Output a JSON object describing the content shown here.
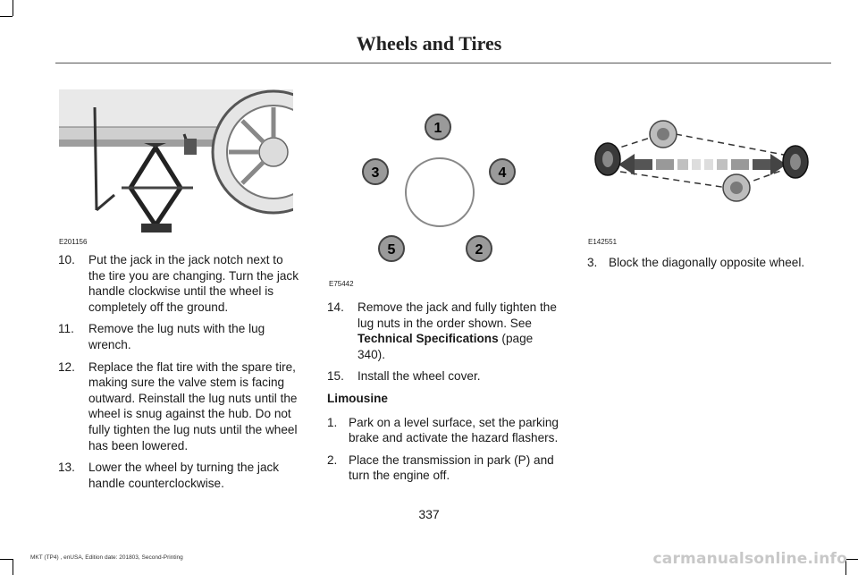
{
  "header": {
    "title": "Wheels and Tires"
  },
  "figures": {
    "jack": {
      "code": "E201156"
    },
    "lug_pattern": {
      "code": "E75442",
      "labels": [
        "1",
        "2",
        "3",
        "4",
        "5"
      ]
    },
    "block_wheel": {
      "code": "E142551"
    }
  },
  "column1": {
    "steps": [
      {
        "num": "10.",
        "text": "Put the jack in the jack notch next to the tire you are changing. Turn the jack handle clockwise until the wheel is completely off the ground."
      },
      {
        "num": "11.",
        "text": "Remove the lug nuts with the lug wrench."
      },
      {
        "num": "12.",
        "text": "Replace the flat tire with the spare tire, making sure the valve stem is facing outward. Reinstall the lug nuts until the wheel is snug against the hub. Do not fully tighten the lug nuts until the wheel has been lowered."
      },
      {
        "num": "13.",
        "text": "Lower the wheel by turning the jack handle counterclockwise."
      }
    ]
  },
  "column2": {
    "step14": {
      "num": "14.",
      "text": "Remove the jack and fully tighten the lug nuts in the order shown.  See",
      "link": "Technical Specifications",
      "ref": " (page 340)."
    },
    "step15": {
      "num": "15.",
      "text": "Install the wheel cover."
    },
    "subheading": "Limousine",
    "steps": [
      {
        "num": "1.",
        "text": "Park on a level surface, set the parking brake and activate the hazard flashers."
      },
      {
        "num": "2.",
        "text": "Place the transmission in park (P) and turn the engine off."
      }
    ]
  },
  "column3": {
    "steps": [
      {
        "num": "3.",
        "text": "Block the diagonally opposite wheel."
      }
    ]
  },
  "footer": {
    "page_number": "337",
    "edition": "MKT (TP4) , enUSA, Edition date: 201803, Second-Printing",
    "watermark": "carmanualsonline.info"
  }
}
